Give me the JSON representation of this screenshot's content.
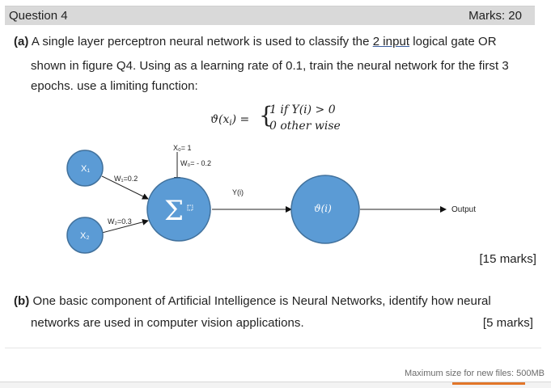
{
  "question": {
    "title": "Question 4",
    "marks": "Marks: 20"
  },
  "part_a": {
    "label": "(a)",
    "text_before_link": " A single layer perceptron neural network is used to classify the ",
    "link_text": "2 input",
    "text_after_link": " logical gate OR",
    "line2": "shown in figure Q4.  Using as a learning rate of 0.1, train the neural network for the first 3",
    "line3": "epochs. use a limiting function:",
    "marks": "[15 marks]"
  },
  "formula": {
    "lhs": "ϑ(x",
    "lhs_sub": "i",
    "lhs_end": ") =",
    "case1": "1 if Y(i) > 0",
    "case2": "0 other wise"
  },
  "diagram": {
    "x1_label": "X₁",
    "x2_label": "X₂",
    "w1_label": "W₁=0.2",
    "w2_label": "W₂=0.3",
    "x0_label": "X₀= 1",
    "w0_label": "W₀= - 0.2",
    "sum_symbol": "Σ",
    "yi_label": "Y(i)",
    "activation_label": "ϑ(i)",
    "output_label": "Output",
    "node_color": "#5b9bd5",
    "node_border": "#41719c"
  },
  "part_b": {
    "label": "(b)",
    "line1": " One basic component of Artificial Intelligence is Neural Networks, identify how neural",
    "line2": "networks are used in computer vision applications.",
    "marks": "[5 marks]"
  },
  "footer": {
    "max_size": "Maximum size for new files: 500MB"
  }
}
